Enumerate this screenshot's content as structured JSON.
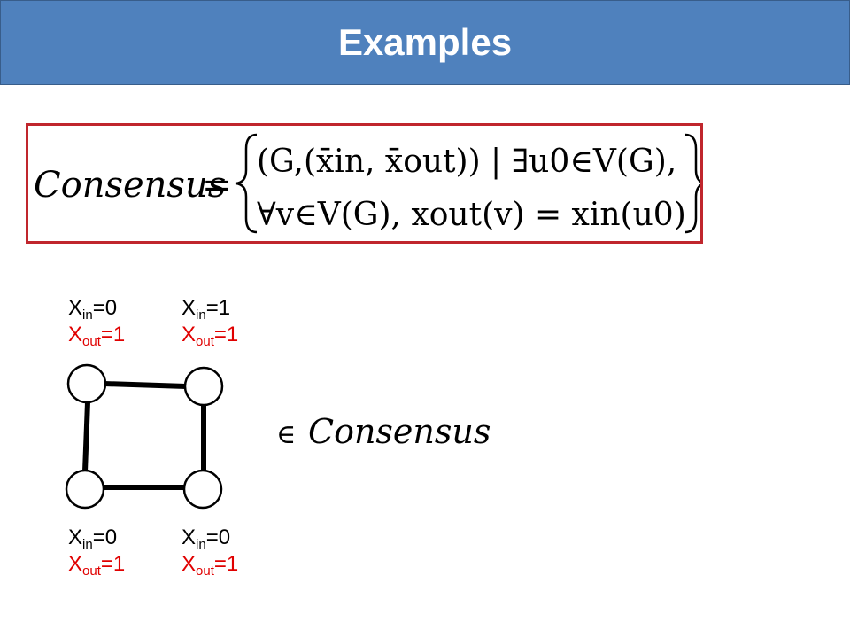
{
  "slide": {
    "title": "Examples"
  },
  "definition": {
    "lhs": "Consensus",
    "equals": "=",
    "line1": "(G,(x̄in, x̄out)) | ∃u0∈V(G),",
    "line2": "∀v∈V(G), xout(v) = xin(u0)"
  },
  "graph": {
    "nodes": [
      {
        "name": "top-left",
        "xin_label": "X",
        "xin_sub": "in",
        "xin_value": "=0",
        "xout_label": "X",
        "xout_sub": "out",
        "xout_value": "=1"
      },
      {
        "name": "top-right",
        "xin_label": "X",
        "xin_sub": "in",
        "xin_value": "=1",
        "xout_label": "X",
        "xout_sub": "out",
        "xout_value": "=1"
      },
      {
        "name": "bottom-left",
        "xin_label": "X",
        "xin_sub": "in",
        "xin_value": "=0",
        "xout_label": "X",
        "xout_sub": "out",
        "xout_value": "=1"
      },
      {
        "name": "bottom-right",
        "xin_label": "X",
        "xin_sub": "in",
        "xin_value": "=0",
        "xout_label": "X",
        "xout_sub": "out",
        "xout_value": "=1"
      }
    ],
    "edges": [
      [
        "top-left",
        "top-right"
      ],
      [
        "top-right",
        "bottom-right"
      ],
      [
        "bottom-right",
        "bottom-left"
      ],
      [
        "bottom-left",
        "top-left"
      ]
    ]
  },
  "membership": {
    "symbol": "∈",
    "set_name": "Consensus"
  },
  "colors": {
    "title_bar": "#4f81bd",
    "formula_border": "#c0262d",
    "xout_text": "#e00000"
  }
}
